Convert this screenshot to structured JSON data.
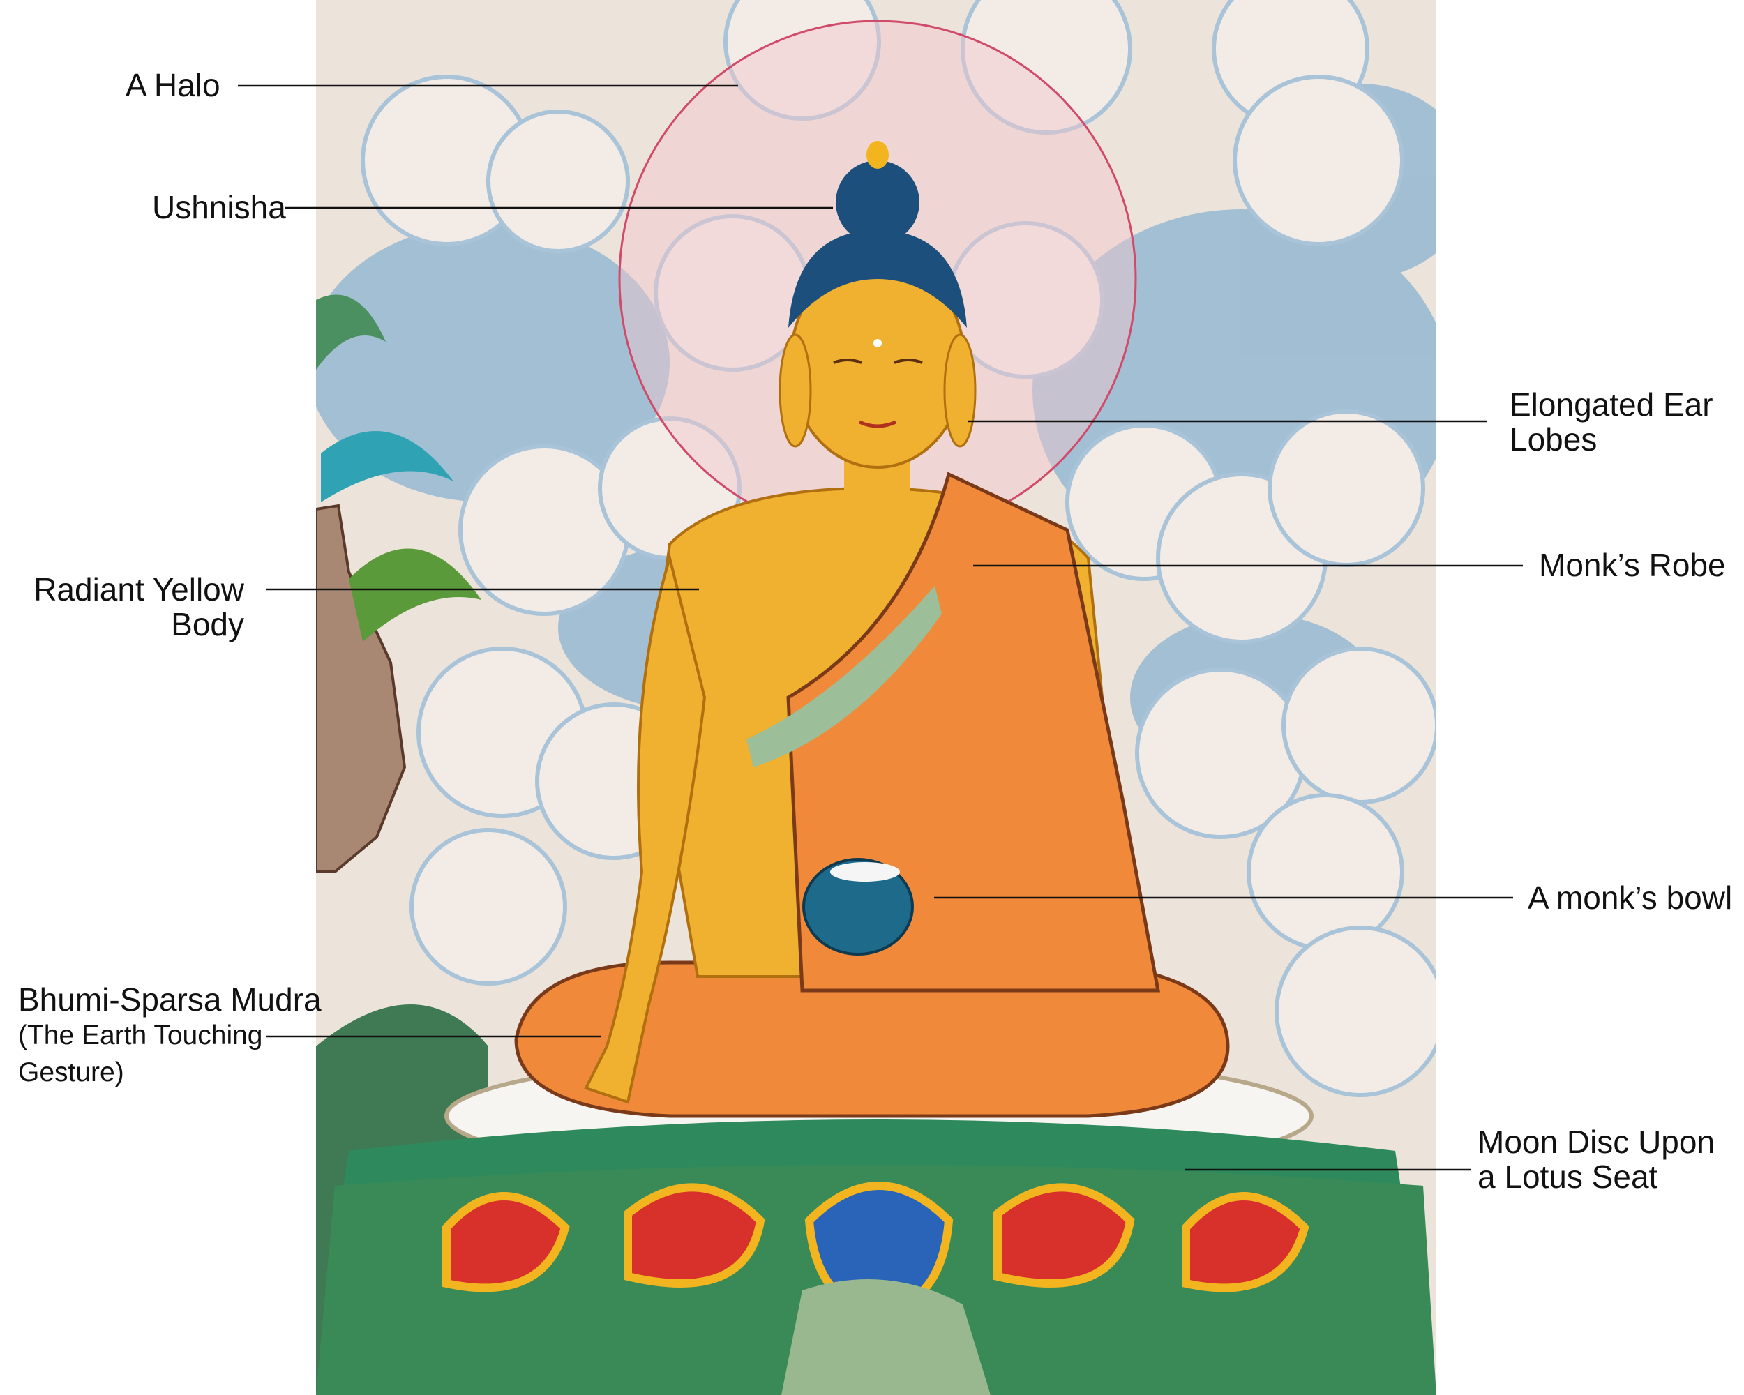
{
  "labels": {
    "halo": "A Halo",
    "ushnisha": "Ushnisha",
    "ear_lobes_1": "Elongated Ear",
    "ear_lobes_2": "Lobes",
    "body_1": "Radiant Yellow",
    "body_2": "Body",
    "robe": "Monk’s Robe",
    "bowl": "A monk’s bowl",
    "mudra_1": "Bhumi-Sparsa Mudra",
    "mudra_2": "(The Earth Touching",
    "mudra_3": "Gesture)",
    "seat_1": "Moon Disc Upon",
    "seat_2": "a Lotus Seat"
  },
  "colors": {
    "background": "#ece3da",
    "sky": "#8fb4cf",
    "body": "#f0b030",
    "robe": "#f08a3a",
    "hair": "#1d4f7c",
    "halo": "#d04a6a",
    "leader": "#111111"
  }
}
